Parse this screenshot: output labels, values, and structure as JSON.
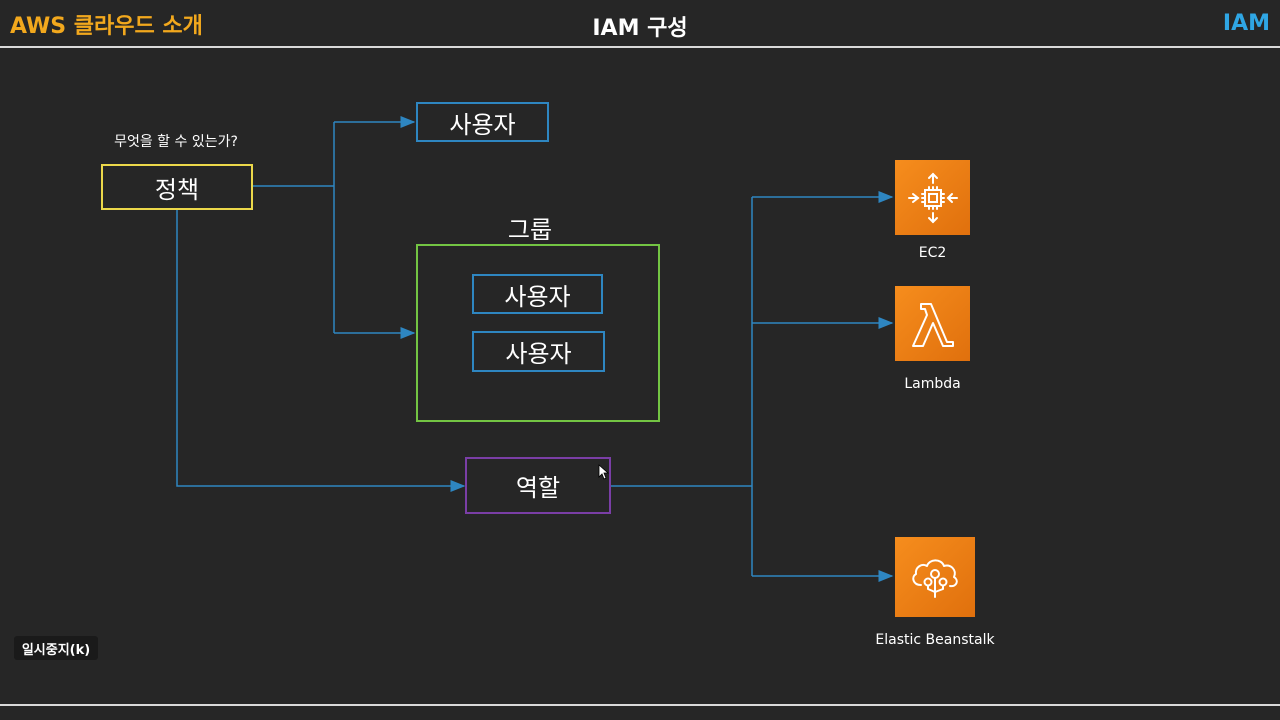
{
  "header": {
    "left_title": "AWS 클라우드 소개",
    "center_title": "IAM 구성",
    "right_label": "IAM"
  },
  "diagram": {
    "question": "무엇을 할 수 있는가?",
    "policy": "정책",
    "user_top": "사용자",
    "group_label": "그룹",
    "group_user_1": "사용자",
    "group_user_2": "사용자",
    "role": "역할",
    "services": [
      {
        "name": "EC2",
        "icon": "ec2-icon"
      },
      {
        "name": "Lambda",
        "icon": "lambda-icon"
      },
      {
        "name": "Elastic Beanstalk",
        "icon": "elastic-beanstalk-icon"
      }
    ]
  },
  "controls": {
    "pause_label": "일시중지(k)"
  },
  "colors": {
    "brand": "#f2a81d",
    "iam": "#2fa6e4",
    "arrow": "#2e86c1",
    "policy_border": "#ebd84a",
    "group_border": "#73c443",
    "role_border": "#7a3ea6",
    "service_orange": "#f68d1d"
  }
}
